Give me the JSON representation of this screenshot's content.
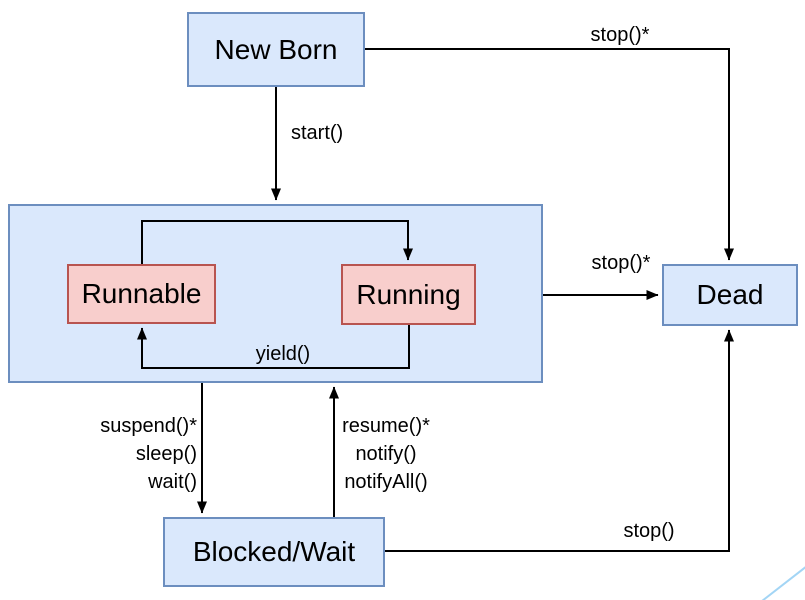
{
  "diagram": {
    "type": "state-diagram",
    "nodes": {
      "new_born": {
        "label": "New Born"
      },
      "runnable": {
        "label": "Runnable"
      },
      "running": {
        "label": "Running"
      },
      "dead": {
        "label": "Dead"
      },
      "blocked_wait": {
        "label": "Blocked/Wait"
      }
    },
    "edges": {
      "start": {
        "label": "start()",
        "from": "new_born",
        "to": "runnable-group"
      },
      "stop_newborn": {
        "label": "stop()*",
        "from": "new_born",
        "to": "dead"
      },
      "dispatch": {
        "label": "",
        "from": "runnable",
        "to": "running"
      },
      "yield": {
        "label": "yield()",
        "from": "running",
        "to": "runnable"
      },
      "stop_running": {
        "label": "stop()*",
        "from": "runnable-group",
        "to": "dead"
      },
      "suspend": {
        "labels": [
          "suspend()*",
          "sleep()",
          "wait()"
        ],
        "from": "runnable-group",
        "to": "blocked_wait"
      },
      "resume": {
        "labels": [
          "resume()*",
          "notify()",
          "notifyAll()"
        ],
        "from": "blocked_wait",
        "to": "runnable-group"
      },
      "stop_blocked": {
        "label": "stop()",
        "from": "blocked_wait",
        "to": "dead"
      }
    },
    "colors": {
      "node_fill_blue": "#dae8fc",
      "node_border_blue": "#6c8ebf",
      "node_fill_pink": "#f8cecc",
      "node_border_pink": "#b85450",
      "arrow": "#000000",
      "text": "#000000",
      "decor_line": "#a3d5f5"
    }
  }
}
